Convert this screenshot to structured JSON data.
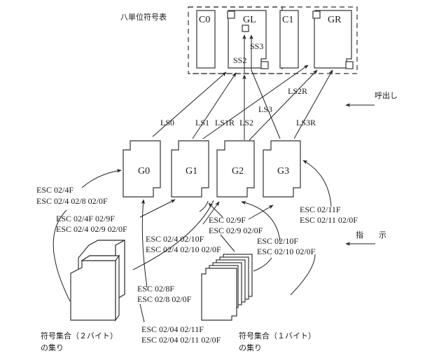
{
  "table": {
    "title": "八単位符号表",
    "regions": [
      "C0",
      "GL",
      "C1",
      "GR"
    ],
    "single_shifts": [
      "SS2",
      "SS3"
    ]
  },
  "buffers": [
    "G0",
    "G1",
    "G2",
    "G3"
  ],
  "locking_shifts": [
    "LS0",
    "LS1",
    "LS1R",
    "LS2",
    "LS2R",
    "LS3",
    "LS3R"
  ],
  "side_labels": {
    "invoke": "呼出し",
    "designate": "指　　示"
  },
  "escape_sequences": {
    "g0_a": "ESC 02/4F",
    "g0_b": "ESC 02/4 02/8 02/0F",
    "g1_a": "ESC 02/4F 02/9F",
    "g1_b": "ESC 02/4 02/9 02/0F",
    "g2_dbcs_a": "ESC 02/4 02/10F",
    "g2_dbcs_b": "ESC 02/4 02/10 02/0F",
    "g1_sbcs_a": "ESC 02/9F",
    "g1_sbcs_b": "ESC 02/9 02/0F",
    "g2_sbcs_a": "ESC 02/10F",
    "g2_sbcs_b": "ESC 02/10 02/0F",
    "g3_sbcs_a": "ESC 02/11F",
    "g3_sbcs_b": "ESC 02/11 02/0F",
    "g0_sbcs_a": "ESC 02/8F",
    "g0_sbcs_b": "ESC 02/8 02/0F",
    "g3_dbcs_a": "ESC 02/04 02/11F",
    "g3_dbcs_b": "ESC 02/04 02/11 02/0F"
  },
  "sets": {
    "dbcs_line1": "符号集合（２バイト）",
    "dbcs_line2": "の集り",
    "sbcs_line1": "符号集合（１バイト）",
    "sbcs_line2": "の集り"
  }
}
